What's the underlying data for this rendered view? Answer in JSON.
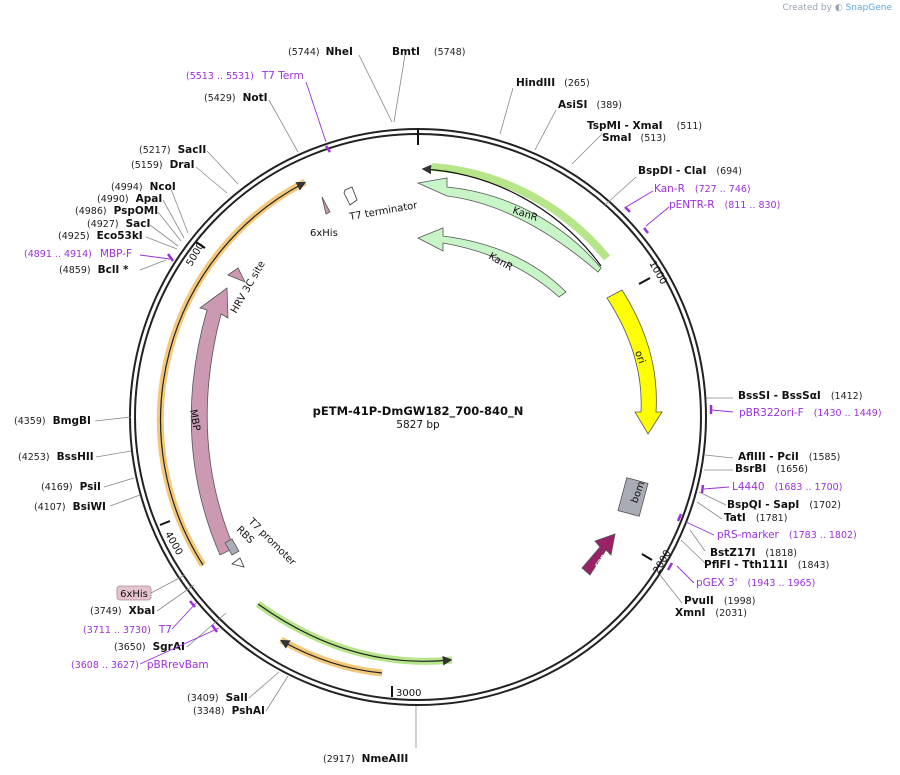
{
  "credit": {
    "prefix": "Created by",
    "brand": "SnapGene"
  },
  "plasmid": {
    "name": "pETM-41P-DmGW182_700-840_N",
    "length": "5827 bp"
  },
  "ticks": [
    "1000",
    "2000",
    "3000",
    "4000",
    "5000"
  ],
  "enzymes_right": [
    {
      "name": "HindIII",
      "pos": "(265)"
    },
    {
      "name": "AsiSI",
      "pos": "(389)"
    },
    {
      "name": "TspMI  - XmaI",
      "pos": "(511)"
    },
    {
      "name": "SmaI",
      "pos": "(513)"
    },
    {
      "name": "BspDI  - ClaI",
      "pos": "(694)"
    },
    {
      "name": "BssSI  - BssSαI",
      "pos": "(1412)"
    },
    {
      "name": "AflIII  - PciI",
      "pos": "(1585)"
    },
    {
      "name": "BsrBI",
      "pos": "(1656)"
    },
    {
      "name": "BspQI  - SapI",
      "pos": "(1702)"
    },
    {
      "name": "TatI",
      "pos": "(1781)"
    },
    {
      "name": "BstZ17I",
      "pos": "(1818)"
    },
    {
      "name": "PflFI  - Tth111I",
      "pos": "(1843)"
    },
    {
      "name": "PvuII",
      "pos": "(1998)"
    },
    {
      "name": "XmnI",
      "pos": "(2031)"
    }
  ],
  "enzymes_left": [
    {
      "name": "NheI",
      "pos": "(5744)"
    },
    {
      "name": "BmtI",
      "pos": "(5748)"
    },
    {
      "name": "NotI",
      "pos": "(5429)"
    },
    {
      "name": "SacII",
      "pos": "(5217)"
    },
    {
      "name": "DraI",
      "pos": "(5159)"
    },
    {
      "name": "NcoI",
      "pos": "(4994)"
    },
    {
      "name": "ApaI",
      "pos": "(4990)"
    },
    {
      "name": "PspOMI",
      "pos": "(4986)"
    },
    {
      "name": "SacI",
      "pos": "(4927)"
    },
    {
      "name": "Eco53kI",
      "pos": "(4925)"
    },
    {
      "name": "BclI *",
      "pos": "(4859)"
    },
    {
      "name": "BmgBI",
      "pos": "(4359)"
    },
    {
      "name": "BssHII",
      "pos": "(4253)"
    },
    {
      "name": "PsiI",
      "pos": "(4169)"
    },
    {
      "name": "BsiWI",
      "pos": "(4107)"
    },
    {
      "name": "XbaI",
      "pos": "(3749)"
    },
    {
      "name": "SgrAI",
      "pos": "(3650)"
    },
    {
      "name": "SalI",
      "pos": "(3409)"
    },
    {
      "name": "PshAI",
      "pos": "(3348)"
    },
    {
      "name": "NmeAIII",
      "pos": "(2917)"
    }
  ],
  "primers": [
    {
      "name": "T7 Term",
      "range": "(5513 .. 5531)"
    },
    {
      "name": "Kan-R",
      "range": "(727 .. 746)"
    },
    {
      "name": "pENTR-R",
      "range": "(811 .. 830)"
    },
    {
      "name": "MBP-F",
      "range": "(4891 .. 4914)"
    },
    {
      "name": "pBR322ori-F",
      "range": "(1430 .. 1449)"
    },
    {
      "name": "L4440",
      "range": "(1683 .. 1700)"
    },
    {
      "name": "pRS-marker",
      "range": "(1783 .. 1802)"
    },
    {
      "name": "pGEX 3'",
      "range": "(1943 .. 1965)"
    },
    {
      "name": "T7",
      "range": "(3711 .. 3730)"
    },
    {
      "name": "pBRrevBam",
      "range": "(3608 .. 3627)"
    }
  ],
  "features": {
    "kanr_outer": "KanR",
    "kanr_inner": "KanR",
    "ori": "ori",
    "bom": "bom",
    "rop": "rop",
    "mbp": "MBP",
    "hrv": "HRV 3C site",
    "sixhis_top": "6xHis",
    "t7_terminator": "T7 terminator",
    "t7_promoter": "T7 promoter",
    "rbs": "RBS",
    "sixhis_box": "6xHis"
  },
  "colors": {
    "kanr": "#c8f5c8",
    "ori": "#ffff00",
    "bom": "#a9acb5",
    "rop": "#992266",
    "mbp": "#cc99b3",
    "orf_highlight": "#f3c87a",
    "orf_green": "#b6e58a",
    "primer": "#9b30d9"
  }
}
